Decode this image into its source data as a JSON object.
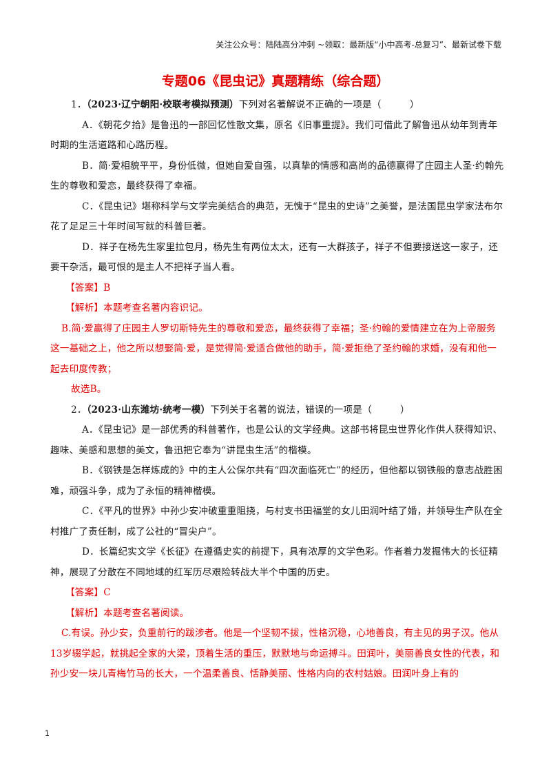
{
  "header_note": "关注公众号：陆陆高分冲刺 ~领取：最新版“小中高考-总复习”、最新试卷下载",
  "title": "专题06《昆虫记》真题精练（综合题）",
  "q1": {
    "num": "1．",
    "source": "（2023·辽宁朝阳·校联考模拟预测）",
    "stem": "下列对名著解说不正确的一项是（　　　）",
    "a": "A．《朝花夕拾》是鲁迅的一部回忆性散文集，原名《旧事重提》。我们可借此了解鲁迅从幼年到青年时期的生活道路和心路历程。",
    "b": "B．简·爱相貌平平，身份低微，但她自爱自强，以真挚的情感和高尚的品德赢得了庄园主人圣·约翰先生的尊敬和爱恋，最终获得了幸福。",
    "c": "C．《昆虫记》堪称科学与文学完美结合的典范，无愧于“昆虫的史诗”之美誉，是法国昆虫学家法布尔花了足足三十年时间写就的科普巨著。",
    "d": "D．祥子在杨先生家里拉包月，杨先生有两位太太，还有一大群孩子，祥子不但要接送这一家子，还要干杂活，最可恨的是主人不把祥子当人看。",
    "answer_label": "【答案】",
    "answer": "B",
    "analysis_label": "【解析】",
    "analysis": "本题考查名著内容识记。",
    "detail": "B.简·爱赢得了庄园主人罗切斯特先生的尊敬和爱恋，最终获得了幸福；圣·约翰的爱情建立在为上帝服务这一基础之上，他之所以想娶简·爱，是觉得简·爱适合做他的助手，简·爱拒绝了圣约翰的求婚，没有和他一起去印度传教；",
    "conclusion": "故选B。"
  },
  "q2": {
    "num": "2．",
    "source": "（2023·山东潍坊·统考一模）",
    "stem": "下列关于名著的说法，错误的一项是（　　　）",
    "a": "A．《昆虫记》是一部优秀的科普著作，也是公认的文学经典。这部书将昆虫世界化作供人获得知识、趣味、美感和思想的美文，鲁迅把它奉为“讲昆虫生活”的楷模。",
    "b": "B．《钢铁是怎样炼成的》中的主人公保尔共有“四次面临死亡”的经历，但他都以钢铁般的意志战胜困难，顽强斗争，成为了永恒的精神楷模。",
    "c": "C．《平凡的世界》中孙少安冲破重重阻挠，与村支书田福堂的女儿田润叶结了婚，并领导生产队在全村推广了责任制，成了公社的“冒尖户”。",
    "d": "D．长篇纪实文学《长征》在遵循史实的前提下，具有浓厚的文学色彩。作者着力发掘伟大的长征精神，展现了分散在不同地域的红军历尽艰险转战大半个中国的历史。",
    "answer_label": "【答案】",
    "answer": "C",
    "analysis_label": "【解析】",
    "analysis": "本题考查名著阅读。",
    "detail": "C.有误。孙少安，负重前行的跋涉者。他是一个坚韧不拔，性格沉稳，心地善良，有主见的男子汉。他从13岁辍学起，就挑起全家的大梁，顶着生活的重压，默默地与命运搏斗。田润叶，美丽善良女性的代表，和孙少安一块儿青梅竹马的长大，一个温柔善良、恬静美丽、性格内向的农村姑娘。田润叶身上有的"
  },
  "page_number": "1"
}
